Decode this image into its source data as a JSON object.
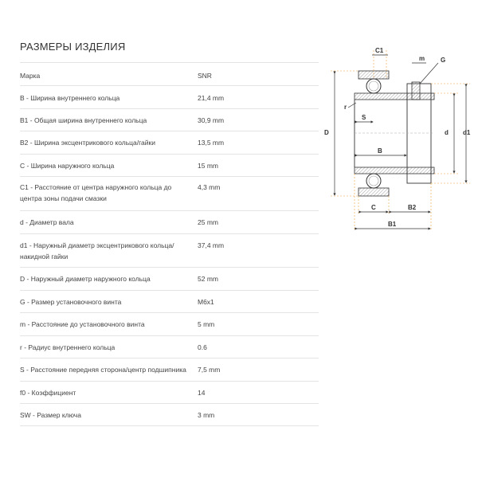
{
  "page": {
    "title": "РАЗМЕРЫ ИЗДЕЛИЯ"
  },
  "specs": [
    {
      "name": "Марка",
      "value": "SNR"
    },
    {
      "name": "B - Ширина внутреннего кольца",
      "value": "21,4 mm"
    },
    {
      "name": "B1 - Общая ширина внутреннего кольца",
      "value": "30,9 mm"
    },
    {
      "name": "B2 - Ширина эксцентрикового кольца/гайки",
      "value": "13,5 mm"
    },
    {
      "name": "C - Ширина наружного кольца",
      "value": "15 mm"
    },
    {
      "name": "C1 - Расстояние от центра наружного кольца до центра зоны подачи смазки",
      "value": "4,3 mm"
    },
    {
      "name": "d - Диаметр вала",
      "value": "25 mm"
    },
    {
      "name": "d1 - Наружный диаметр эксцентрикового кольца/ накидной гайки",
      "value": "37,4 mm"
    },
    {
      "name": "D - Наружный диаметр наружного кольца",
      "value": "52 mm"
    },
    {
      "name": "G - Размер установочного винта",
      "value": "M6x1"
    },
    {
      "name": "m - Расстояние до установочного винта",
      "value": "5 mm"
    },
    {
      "name": "r - Радиус внутреннего кольца",
      "value": "0.6"
    },
    {
      "name": "S - Расстояние передняя сторона/центр подшипника",
      "value": "7,5 mm"
    },
    {
      "name": "f0 - Коэффициент",
      "value": "14"
    },
    {
      "name": "SW - Размер ключа",
      "value": "3 mm"
    }
  ],
  "diagram_labels": {
    "c1": "C1",
    "m": "m",
    "g": "G",
    "r": "r",
    "s": "S",
    "b": "B",
    "big_d": "D",
    "small_d": "d",
    "d1": "d1",
    "c": "C",
    "b2": "B2",
    "b1": "B1"
  },
  "colors": {
    "accent": "#e8a33d",
    "line": "#333333",
    "border": "#e4e4e4"
  }
}
